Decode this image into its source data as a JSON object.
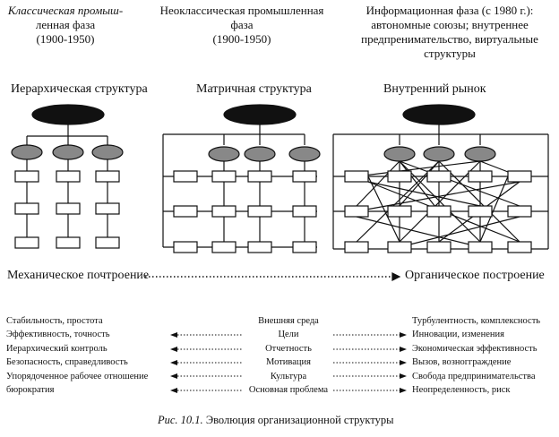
{
  "phases": [
    {
      "title_italic": "Классическая промыш-",
      "title_rest": "ленная фаза",
      "period": "(1900-1950)"
    },
    {
      "line1": "Неоклассическая промышленная",
      "line2": "фаза",
      "period": "(1900-1950)"
    },
    {
      "line1": "Информационная фаза (с 1980 г.):",
      "line2": "автономные союзы; внутреннее",
      "line3": "предпренимательство, виртуальные",
      "line4": "структуры"
    }
  ],
  "structures": [
    "Иерархическая структура",
    "Матричная структура",
    "Внутренний рынок"
  ],
  "continuum": {
    "left": "Механическое почтроение",
    "right": "Органическое построение"
  },
  "left_list": [
    "Стабильность, простота",
    "Эффективность, точность",
    "Иерархический контроль",
    "Безопасность, справедливость",
    "Упорядоченное рабочее отношение",
    "бюрократия"
  ],
  "center_list": [
    "Внешняя среда",
    "Цели",
    "Отчетность",
    "Мотивация",
    "Культура",
    "Основная проблема"
  ],
  "right_list": [
    "Турбулентность, комплексность",
    "Инновации, изменения",
    "Экономическая эффективность",
    "Вызов, возногграждение",
    "Свобода предпринимательства",
    "Неопределенность, риск"
  ],
  "caption": {
    "label": "Рис. 10.1.",
    "text": "Эволюция организационной структуры"
  }
}
